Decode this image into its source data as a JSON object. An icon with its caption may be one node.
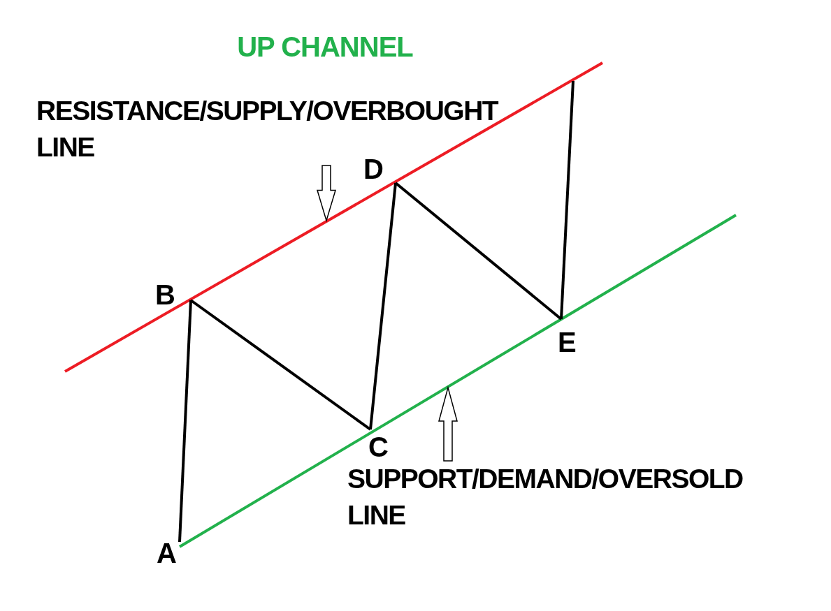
{
  "diagram": {
    "title": "UP CHANNEL",
    "nodes": [
      {
        "text": [
          "A"
        ]
      },
      {
        "text": [
          "B"
        ]
      },
      {
        "text": [
          "C"
        ]
      },
      {
        "text": [
          "D"
        ]
      },
      {
        "text": [
          "E"
        ]
      },
      {
        "text": [
          "RESISTANCE/SUPPLY/OVERBOUGHT LINE"
        ]
      },
      {
        "text": [
          "SUPPORT/DEMAND/OVERSOLD LINE"
        ]
      }
    ],
    "edges": [
      {
        "from": 0,
        "to": 1,
        "arrow": "none"
      },
      {
        "from": 1,
        "to": 2,
        "arrow": "none"
      },
      {
        "from": 2,
        "to": 3,
        "arrow": "none"
      },
      {
        "from": 3,
        "to": 4,
        "arrow": "none"
      },
      {
        "from": 4,
        "to": null,
        "arrow": "none"
      },
      {
        "from": 5,
        "to": null,
        "arrow": "to"
      },
      {
        "from": 6,
        "to": null,
        "arrow": "to"
      }
    ]
  }
}
